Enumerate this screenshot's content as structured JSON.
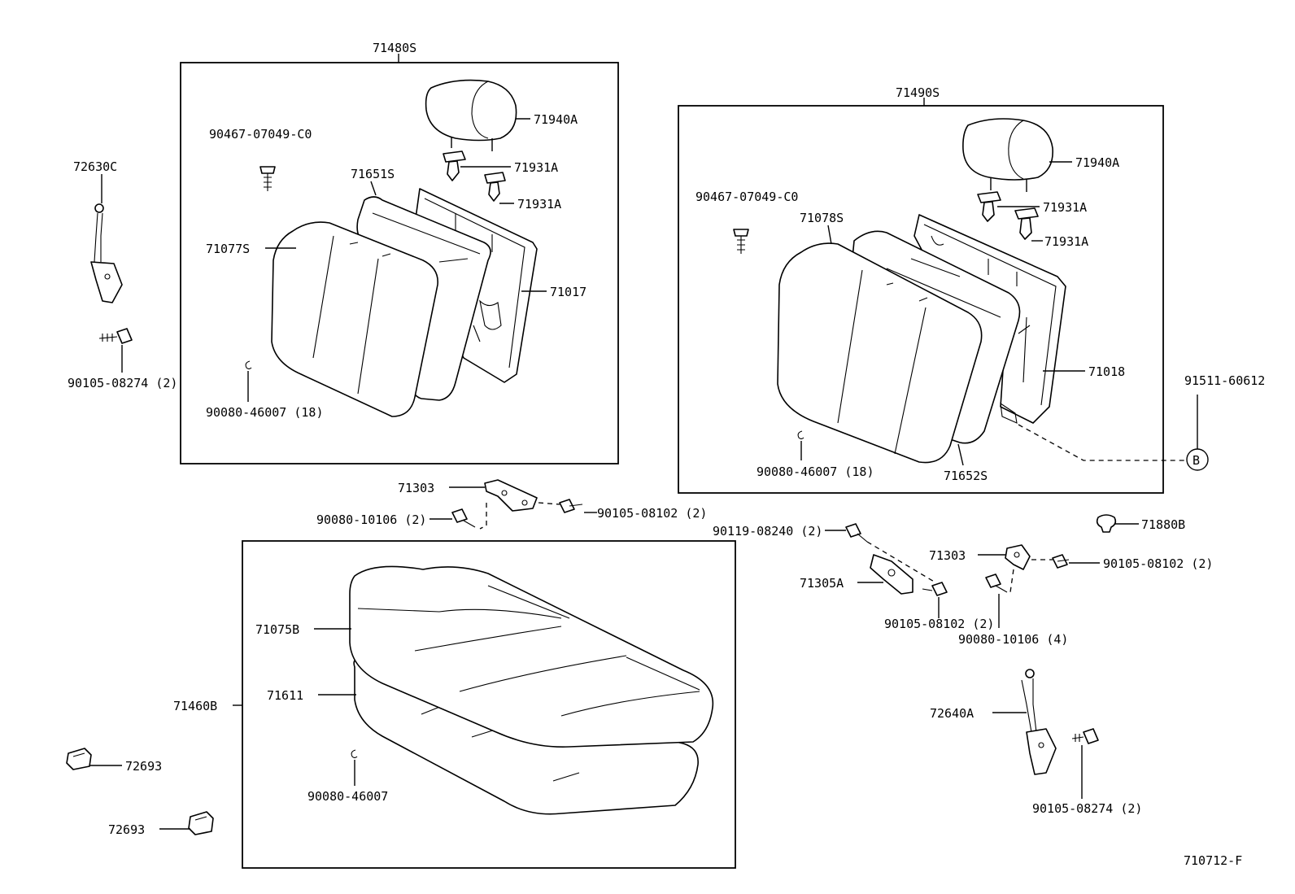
{
  "groups": {
    "rear_seatback_lh": "71480S",
    "rear_seatback_rh": "71490S",
    "rear_cushion": "71460B"
  },
  "labels": {
    "p72630C": "72630C",
    "p90105_08274_l": "90105-08274 (2)",
    "p90467_l": "90467-07049-C0",
    "p71651S": "71651S",
    "p71077S": "71077S",
    "p90080_46007_18_l": "90080-46007 (18)",
    "p71940A_l": "71940A",
    "p71931A_l1": "71931A",
    "p71931A_l2": "71931A",
    "p71017": "71017",
    "p71303_l": "71303",
    "p90080_10106_2": "90080-10106 (2)",
    "p90105_08102_2_l": "90105-08102 (2)",
    "p71075B": "71075B",
    "p71611": "71611",
    "p90080_46007": "90080-46007",
    "p72693_a": "72693",
    "p72693_b": "72693",
    "p90467_r": "90467-07049-C0",
    "p71078S": "71078S",
    "p71940A_r": "71940A",
    "p71931A_r1": "71931A",
    "p71931A_r2": "71931A",
    "p71018": "71018",
    "p91511_60612": "91511-60612",
    "p90080_46007_18_r": "90080-46007 (18)",
    "p71652S": "71652S",
    "callout_b": "B",
    "p71880B": "71880B",
    "p90119_08240_2": "90119-08240 (2)",
    "p71303_r": "71303",
    "p90105_08102_2_r1": "90105-08102 (2)",
    "p71305A": "71305A",
    "p90105_08102_2_r2": "90105-08102 (2)",
    "p90080_10106_4": "90080-10106 (4)",
    "p72640A": "72640A",
    "p90105_08274_r": "90105-08274 (2)",
    "drawing_no": "710712-F"
  }
}
